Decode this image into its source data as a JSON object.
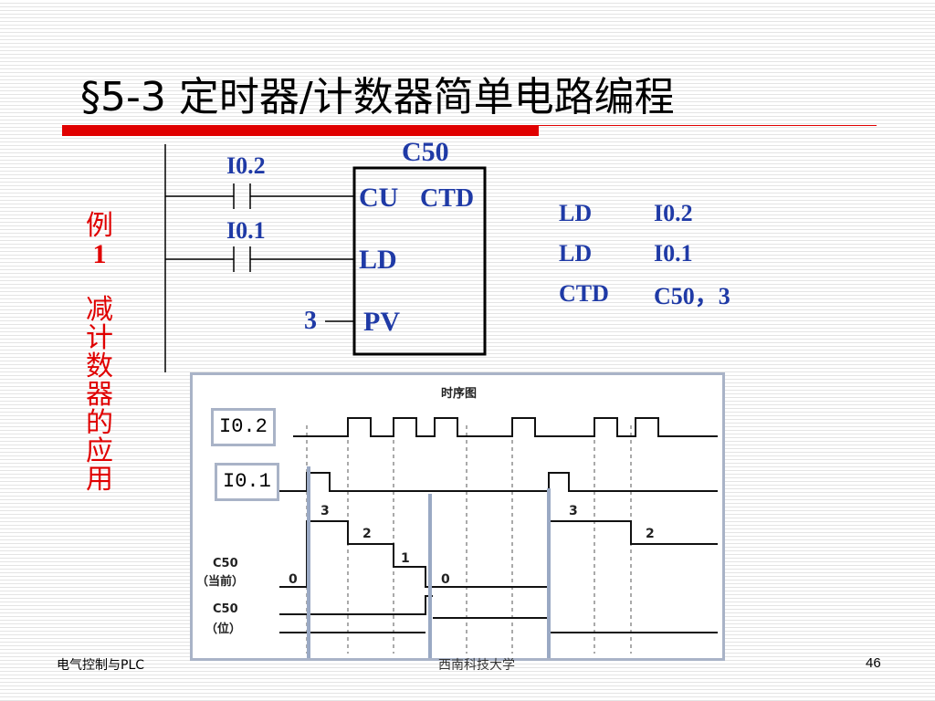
{
  "slide": {
    "title": "§5-3 定时器/计数器简单电路编程",
    "side_label": {
      "line1": "例",
      "line2": "1",
      "chars": [
        "减",
        "计",
        "数",
        "器",
        "的",
        "应",
        "用"
      ]
    }
  },
  "ladder": {
    "contact1": "I0.2",
    "contact2": "I0.1",
    "counter_name": "C50",
    "pin_cu": "CU",
    "type": "CTD",
    "pin_ld": "LD",
    "pin_pv": "PV",
    "pv_value": "3"
  },
  "stl": [
    {
      "op": "LD",
      "arg": "I0.2"
    },
    {
      "op": "LD",
      "arg": "I0.1"
    },
    {
      "op": "CTD",
      "arg": "C50，3"
    }
  ],
  "timing": {
    "title": "时序图",
    "signal1": "I0.2",
    "signal2": "I0.1",
    "c50_current": "C50",
    "c50_current_sub": "（当前）",
    "c50_bit": "C50",
    "c50_bit_sub": "（位）",
    "counts": [
      "3",
      "2",
      "1",
      "0",
      "3",
      "2"
    ],
    "zero_label": "0"
  },
  "footer": {
    "left": "电气控制与PLC",
    "center": "西南科技大学",
    "page": "46"
  }
}
